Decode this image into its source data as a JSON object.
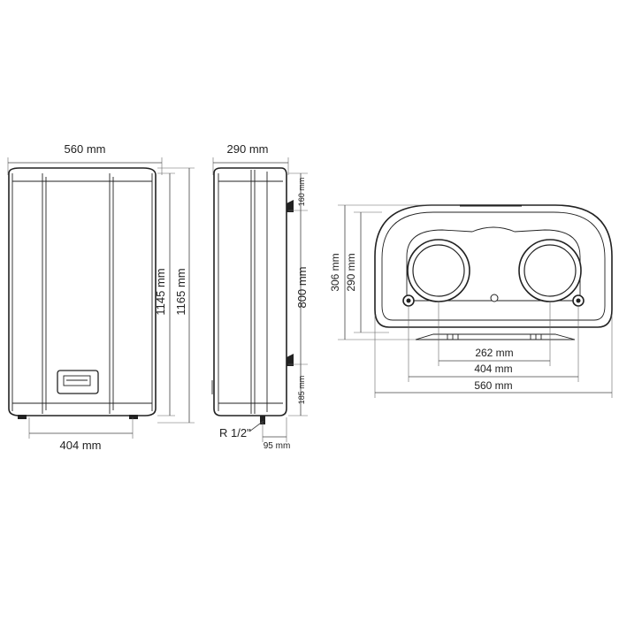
{
  "front_view": {
    "width_label": "560 mm",
    "height_label_1": "1145 mm",
    "height_label_2": "1165 mm",
    "pipe_spacing_label": "404 mm"
  },
  "side_view": {
    "depth_label": "290 mm",
    "top_offset_label": "160 mm",
    "mount_spacing_label": "800 mm",
    "bottom_offset_label": "185 mm",
    "thread_label": "R 1/2\"",
    "pipe_offset_label": "95 mm"
  },
  "top_view": {
    "depth_label_1": "306 mm",
    "depth_label_2": "290 mm",
    "bracket_label": "262 mm",
    "pipe_spacing_label": "404 mm",
    "width_label": "560 mm"
  }
}
